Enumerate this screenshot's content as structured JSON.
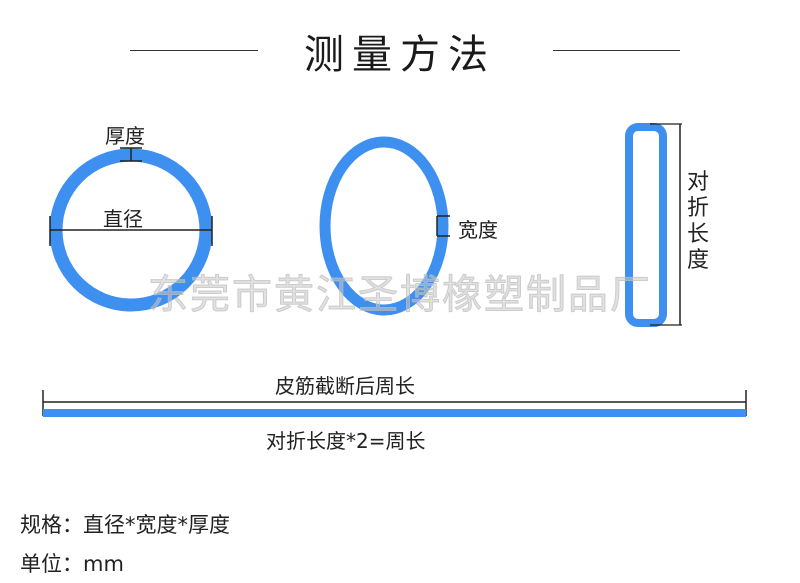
{
  "title": "测量方法",
  "labels": {
    "thickness": "厚度",
    "diameter": "直径",
    "width": "宽度",
    "folded_length": "对折长度",
    "cut_perimeter": "皮筋截断后周长",
    "formula": "对折长度*2=周长"
  },
  "watermark": "东莞市黄江圣博橡塑制品厂",
  "spec": {
    "line1": "规格：直径*宽度*厚度",
    "line2": "单位：mm"
  },
  "colors": {
    "band": "#3d8ff0",
    "line": "#222222",
    "background": "#ffffff"
  }
}
